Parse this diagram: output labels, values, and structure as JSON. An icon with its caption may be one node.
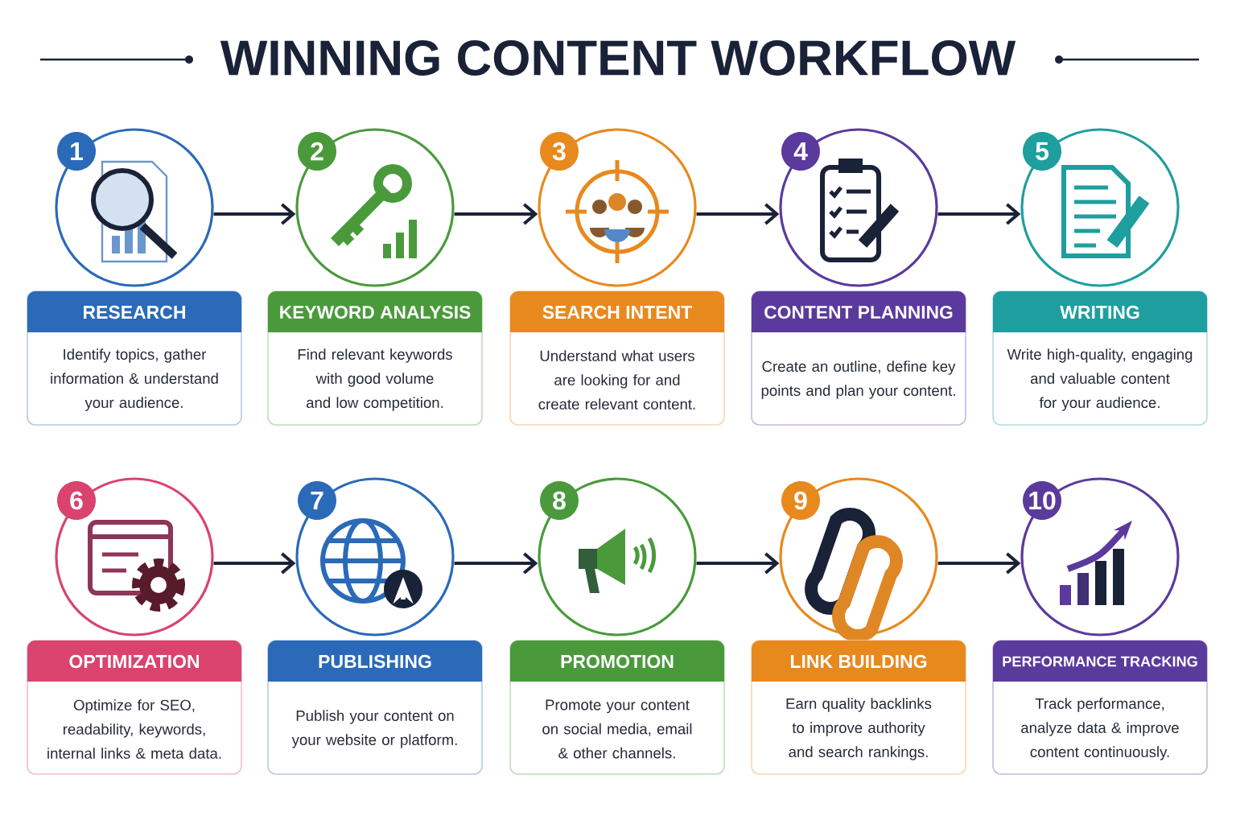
{
  "diagram": {
    "title": "WINNING CONTENT WORKFLOW",
    "nodes": [
      {
        "text": [],
        "shape": "circle",
        "beside": [
          "1"
        ]
      },
      {
        "text": [
          "RESEARCH",
          "Identify topics, gather information & understand your audience."
        ]
      },
      {
        "text": [],
        "shape": "circle",
        "beside": [
          "2"
        ]
      },
      {
        "text": [
          "KEYWORD ANALYSIS",
          "Find relevant keywords with good volume and low competition."
        ]
      },
      {
        "text": [],
        "shape": "circle",
        "beside": [
          "3"
        ]
      },
      {
        "text": [
          "SEARCH INTENT",
          "Understand what users are looking for and create relevant content."
        ]
      },
      {
        "text": [],
        "shape": "circle",
        "beside": [
          "4"
        ]
      },
      {
        "text": [
          "CONTENT PLANNING",
          "Create an outline, define key points and plan your content."
        ]
      },
      {
        "text": [],
        "shape": "circle",
        "beside": [
          "5"
        ]
      },
      {
        "text": [
          "WRITING",
          "Write high-quality, engaging and valuable content for your audience."
        ]
      },
      {
        "text": [],
        "shape": "circle",
        "beside": [
          "6"
        ]
      },
      {
        "text": [
          "OPTIMIZATION",
          "Optimize for SEO, readability, keywords, internal links & meta data."
        ]
      },
      {
        "text": [],
        "shape": "circle",
        "beside": [
          "7"
        ]
      },
      {
        "text": [
          "PUBLISHING",
          "Publish your content on your website or platform."
        ]
      },
      {
        "text": [],
        "shape": "circle",
        "beside": [
          "8"
        ]
      },
      {
        "text": [
          "PROMOTION",
          "Promote your content on social media, email & other channels."
        ]
      },
      {
        "text": [],
        "shape": "circle",
        "beside": [
          "9"
        ]
      },
      {
        "text": [
          "LINK BUILDING",
          "Earn quality backlinks to improve authority and search rankings."
        ]
      },
      {
        "text": [],
        "shape": "circle",
        "beside": [
          "10"
        ]
      },
      {
        "text": [
          "PERFORMANCE TRACKING",
          "Track performance, analyze data & improve content continuously."
        ]
      }
    ],
    "edges": [
      {
        "from": 0,
        "to": 2,
        "arrow": "to"
      },
      {
        "from": 2,
        "to": 4,
        "arrow": "to"
      },
      {
        "from": 4,
        "to": 6,
        "arrow": "to"
      },
      {
        "from": 6,
        "to": 8,
        "arrow": "to"
      },
      {
        "from": 10,
        "to": 12,
        "arrow": "to"
      },
      {
        "from": 12,
        "to": 14,
        "arrow": "to"
      },
      {
        "from": 14,
        "to": 16,
        "arrow": "to"
      },
      {
        "from": 16,
        "to": 18,
        "arrow": "to"
      }
    ]
  }
}
